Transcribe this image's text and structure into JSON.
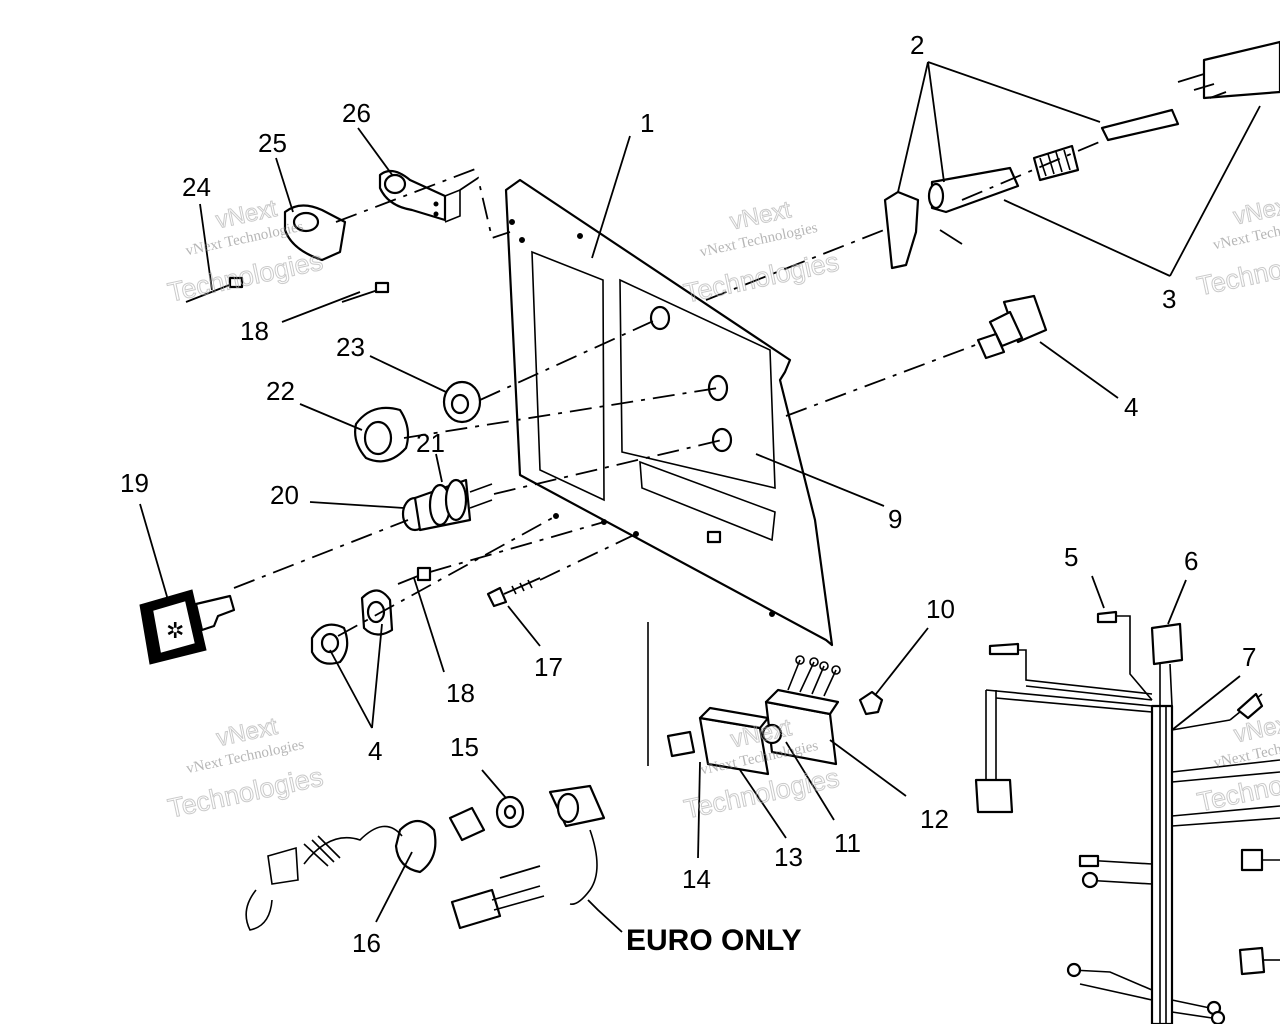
{
  "callouts": [
    "1",
    "2",
    "3",
    "4",
    "4",
    "5",
    "6",
    "7",
    "9",
    "10",
    "11",
    "12",
    "13",
    "14",
    "15",
    "16",
    "17",
    "18",
    "18",
    "19",
    "20",
    "21",
    "22",
    "23",
    "24",
    "25",
    "26"
  ],
  "note": "EURO ONLY",
  "watermark": {
    "line1": "vNext Technologies",
    "line2": "Technologies",
    "line0": "vNext"
  },
  "colors": {
    "ink": "#000000",
    "watermark": "#a8a8a8",
    "background": "#ffffff"
  }
}
